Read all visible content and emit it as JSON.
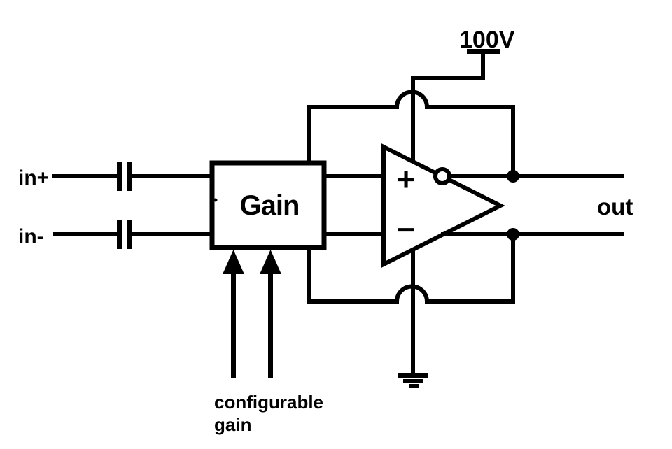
{
  "diagram": {
    "background_color": "#ffffff",
    "line_color": "#000000",
    "labels": {
      "input_positive": "in+",
      "input_negative": "in-",
      "gain_block": "Gain",
      "supply_voltage": "100V",
      "output": "out",
      "opamp_input_plus": "+",
      "opamp_input_minus": "−",
      "annotation_line1": "configurable",
      "annotation_line2": "gain"
    }
  }
}
